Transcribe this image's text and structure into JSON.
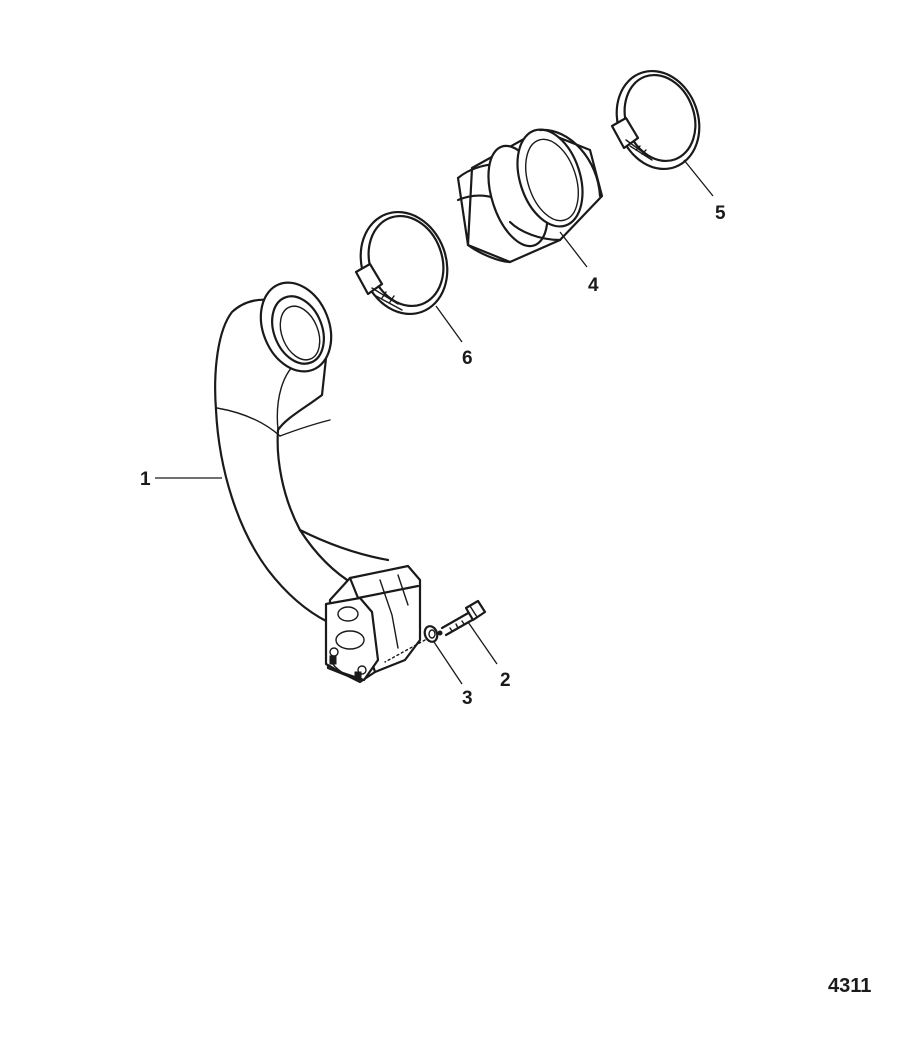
{
  "callouts": [
    {
      "id": "1",
      "label": "1"
    },
    {
      "id": "2",
      "label": "2"
    },
    {
      "id": "3",
      "label": "3"
    },
    {
      "id": "4",
      "label": "4"
    },
    {
      "id": "5",
      "label": "5"
    },
    {
      "id": "6",
      "label": "6"
    }
  ],
  "drawing_number": "4311"
}
